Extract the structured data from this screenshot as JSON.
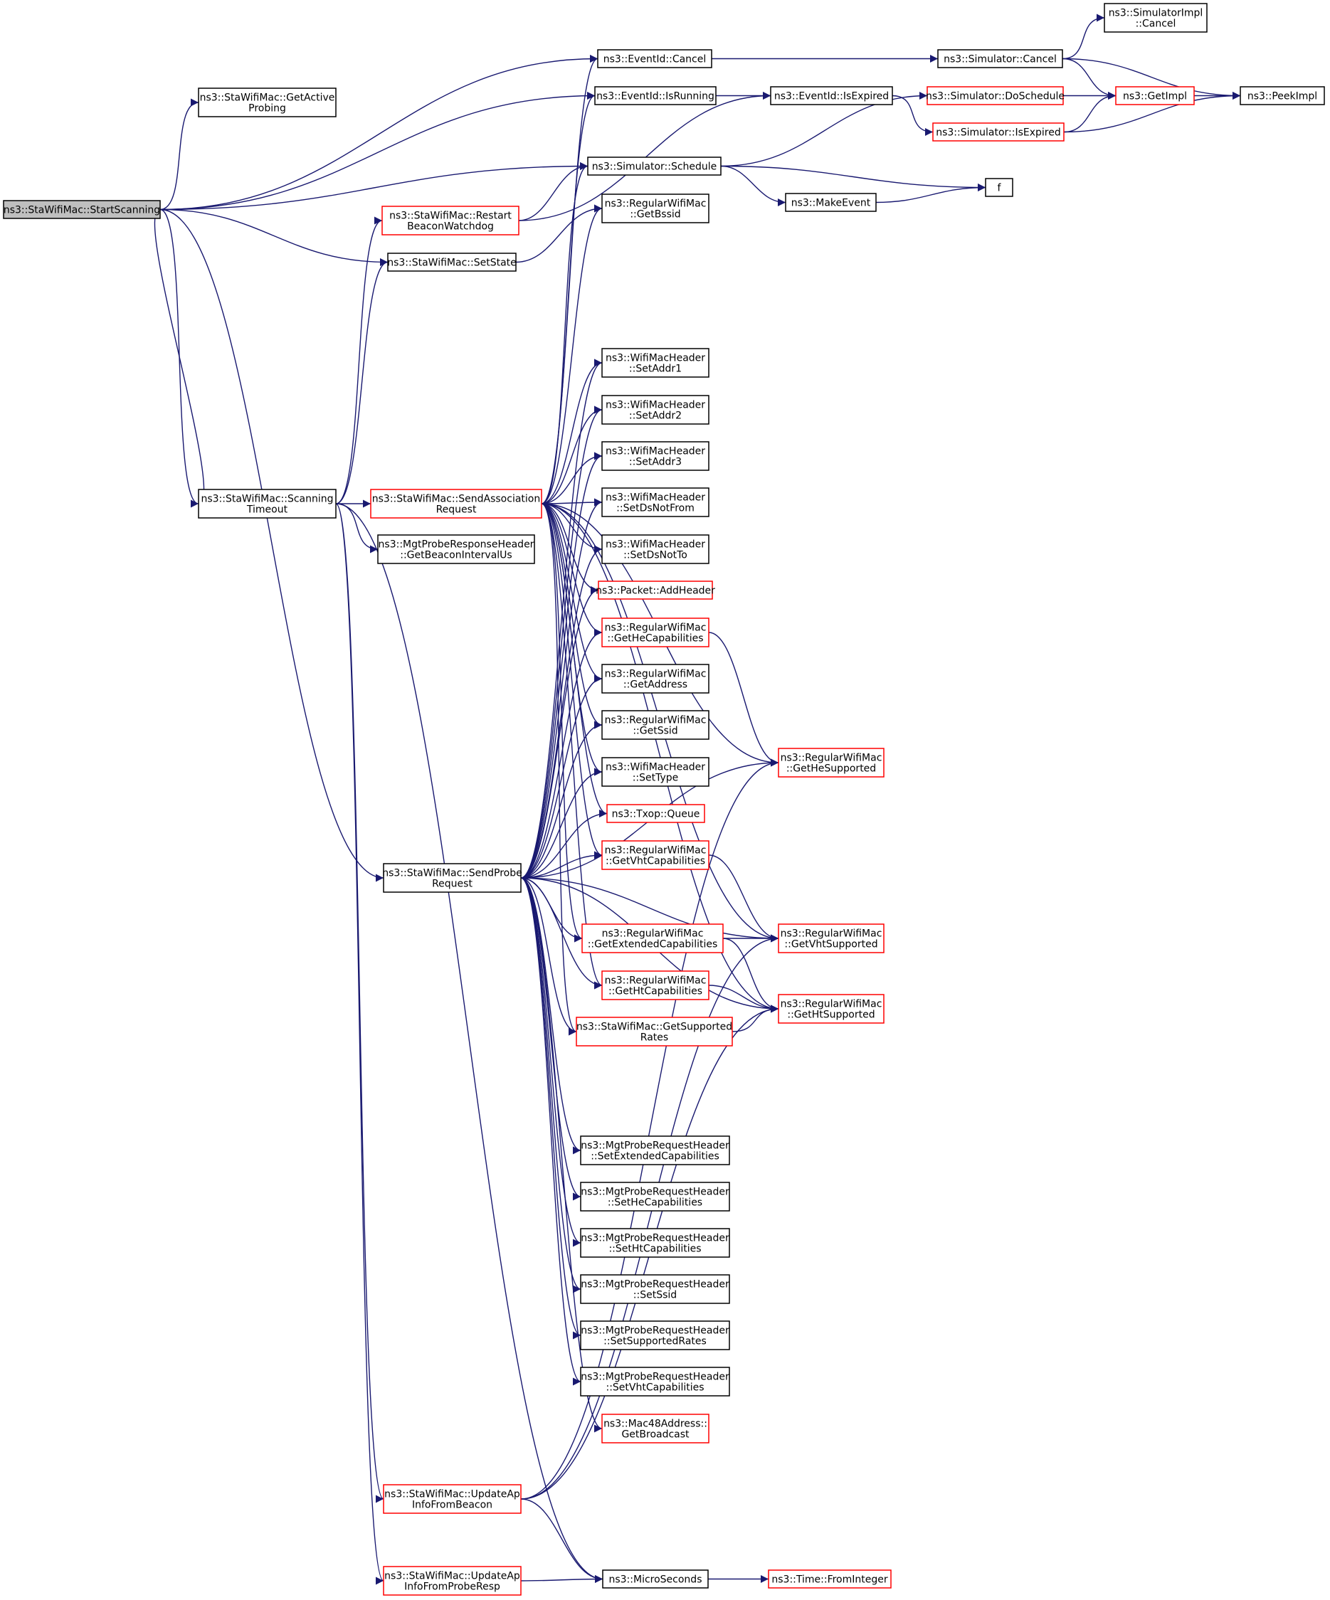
{
  "colors": {
    "edge": "#191970",
    "border_normal": "#000000",
    "border_truncated": "#ff0000",
    "focus_fill": "#bfbfbf",
    "node_fill": "#ffffff",
    "text": "#000000"
  },
  "nodes": [
    {
      "id": "startscanning",
      "lines": [
        "ns3::StaWifiMac::StartScanning"
      ],
      "variant": "focus"
    },
    {
      "id": "getactiveprobing",
      "lines": [
        "ns3::StaWifiMac::GetActive",
        "Probing"
      ],
      "variant": "normal"
    },
    {
      "id": "eventid-cancel",
      "lines": [
        "ns3::EventId::Cancel"
      ],
      "variant": "normal"
    },
    {
      "id": "eventid-isrunning",
      "lines": [
        "ns3::EventId::IsRunning"
      ],
      "variant": "normal"
    },
    {
      "id": "simulator-schedule",
      "lines": [
        "ns3::Simulator::Schedule"
      ],
      "variant": "normal"
    },
    {
      "id": "restart-beacon-watchdog",
      "lines": [
        "ns3::StaWifiMac::Restart",
        "BeaconWatchdog"
      ],
      "variant": "truncated"
    },
    {
      "id": "setstate",
      "lines": [
        "ns3::StaWifiMac::SetState"
      ],
      "variant": "normal"
    },
    {
      "id": "simulatorimpl-cancel",
      "lines": [
        "ns3::SimulatorImpl",
        "::Cancel"
      ],
      "variant": "normal"
    },
    {
      "id": "simulator-cancel",
      "lines": [
        "ns3::Simulator::Cancel"
      ],
      "variant": "normal"
    },
    {
      "id": "eventid-isexpired",
      "lines": [
        "ns3::EventId::IsExpired"
      ],
      "variant": "normal"
    },
    {
      "id": "simulator-doschedule",
      "lines": [
        "ns3::Simulator::DoSchedule"
      ],
      "variant": "truncated"
    },
    {
      "id": "getimpl",
      "lines": [
        "ns3::GetImpl"
      ],
      "variant": "truncated"
    },
    {
      "id": "peekimpl",
      "lines": [
        "ns3::PeekImpl"
      ],
      "variant": "normal"
    },
    {
      "id": "simulator-isexpired",
      "lines": [
        "ns3::Simulator::IsExpired"
      ],
      "variant": "truncated"
    },
    {
      "id": "f",
      "lines": [
        "f"
      ],
      "variant": "normal"
    },
    {
      "id": "makeevent",
      "lines": [
        "ns3::MakeEvent"
      ],
      "variant": "normal"
    },
    {
      "id": "getbssid",
      "lines": [
        "ns3::RegularWifiMac",
        "::GetBssid"
      ],
      "variant": "normal"
    },
    {
      "id": "setaddr1",
      "lines": [
        "ns3::WifiMacHeader",
        "::SetAddr1"
      ],
      "variant": "normal"
    },
    {
      "id": "setaddr2",
      "lines": [
        "ns3::WifiMacHeader",
        "::SetAddr2"
      ],
      "variant": "normal"
    },
    {
      "id": "setaddr3",
      "lines": [
        "ns3::WifiMacHeader",
        "::SetAddr3"
      ],
      "variant": "normal"
    },
    {
      "id": "setdsnotfrom",
      "lines": [
        "ns3::WifiMacHeader",
        "::SetDsNotFrom"
      ],
      "variant": "normal"
    },
    {
      "id": "setdsnotto",
      "lines": [
        "ns3::WifiMacHeader",
        "::SetDsNotTo"
      ],
      "variant": "normal"
    },
    {
      "id": "addheader",
      "lines": [
        "ns3::Packet::AddHeader"
      ],
      "variant": "truncated"
    },
    {
      "id": "gethecapabilities",
      "lines": [
        "ns3::RegularWifiMac",
        "::GetHeCapabilities"
      ],
      "variant": "truncated"
    },
    {
      "id": "getaddress",
      "lines": [
        "ns3::RegularWifiMac",
        "::GetAddress"
      ],
      "variant": "normal"
    },
    {
      "id": "getssid",
      "lines": [
        "ns3::RegularWifiMac",
        "::GetSsid"
      ],
      "variant": "normal"
    },
    {
      "id": "settype",
      "lines": [
        "ns3::WifiMacHeader",
        "::SetType"
      ],
      "variant": "normal"
    },
    {
      "id": "txop-queue",
      "lines": [
        "ns3::Txop::Queue"
      ],
      "variant": "truncated"
    },
    {
      "id": "getvhtcapabilities",
      "lines": [
        "ns3::RegularWifiMac",
        "::GetVhtCapabilities"
      ],
      "variant": "truncated"
    },
    {
      "id": "getextendedcapabilities",
      "lines": [
        "ns3::RegularWifiMac",
        "::GetExtendedCapabilities"
      ],
      "variant": "truncated"
    },
    {
      "id": "gethtcapabilities",
      "lines": [
        "ns3::RegularWifiMac",
        "::GetHtCapabilities"
      ],
      "variant": "truncated"
    },
    {
      "id": "getsupportedrates",
      "lines": [
        "ns3::StaWifiMac::GetSupported",
        "Rates"
      ],
      "variant": "truncated"
    },
    {
      "id": "hesupported",
      "lines": [
        "ns3::RegularWifiMac",
        "::GetHeSupported"
      ],
      "variant": "truncated"
    },
    {
      "id": "vhtsupported",
      "lines": [
        "ns3::RegularWifiMac",
        "::GetVhtSupported"
      ],
      "variant": "truncated"
    },
    {
      "id": "htsupported",
      "lines": [
        "ns3::RegularWifiMac",
        "::GetHtSupported"
      ],
      "variant": "truncated"
    },
    {
      "id": "scanningtimeout",
      "lines": [
        "ns3::StaWifiMac::Scanning",
        "Timeout"
      ],
      "variant": "normal"
    },
    {
      "id": "sendassociationrequest",
      "lines": [
        "ns3::StaWifiMac::SendAssociation",
        "Request"
      ],
      "variant": "truncated"
    },
    {
      "id": "getbeaconintervalus",
      "lines": [
        "ns3::MgtProbeResponseHeader",
        "::GetBeaconIntervalUs"
      ],
      "variant": "normal"
    },
    {
      "id": "sendproberequest",
      "lines": [
        "ns3::StaWifiMac::SendProbe",
        "Request"
      ],
      "variant": "normal"
    },
    {
      "id": "probereq-setextcap",
      "lines": [
        "ns3::MgtProbeRequestHeader",
        "::SetExtendedCapabilities"
      ],
      "variant": "normal"
    },
    {
      "id": "probereq-sethecap",
      "lines": [
        "ns3::MgtProbeRequestHeader",
        "::SetHeCapabilities"
      ],
      "variant": "normal"
    },
    {
      "id": "probereq-sethtcap",
      "lines": [
        "ns3::MgtProbeRequestHeader",
        "::SetHtCapabilities"
      ],
      "variant": "normal"
    },
    {
      "id": "probereq-setssid",
      "lines": [
        "ns3::MgtProbeRequestHeader",
        "::SetSsid"
      ],
      "variant": "normal"
    },
    {
      "id": "probereq-setsupportedrates",
      "lines": [
        "ns3::MgtProbeRequestHeader",
        "::SetSupportedRates"
      ],
      "variant": "normal"
    },
    {
      "id": "probereq-setvhtcap",
      "lines": [
        "ns3::MgtProbeRequestHeader",
        "::SetVhtCapabilities"
      ],
      "variant": "normal"
    },
    {
      "id": "getbroadcast",
      "lines": [
        "ns3::Mac48Address::",
        "GetBroadcast"
      ],
      "variant": "truncated"
    },
    {
      "id": "updateapinfofrombeacon",
      "lines": [
        "ns3::StaWifiMac::UpdateAp",
        "InfoFromBeacon"
      ],
      "variant": "truncated"
    },
    {
      "id": "updateapinfofromproberesp",
      "lines": [
        "ns3::StaWifiMac::UpdateAp",
        "InfoFromProbeResp"
      ],
      "variant": "truncated"
    },
    {
      "id": "microseconds",
      "lines": [
        "ns3::MicroSeconds"
      ],
      "variant": "normal"
    },
    {
      "id": "fromintegertime",
      "lines": [
        "ns3::Time::FromInteger"
      ],
      "variant": "truncated"
    }
  ],
  "edges": [
    [
      "startscanning",
      "eventid-cancel"
    ],
    [
      "startscanning",
      "getactiveprobing"
    ],
    [
      "startscanning",
      "eventid-isrunning"
    ],
    [
      "startscanning",
      "simulator-schedule"
    ],
    [
      "startscanning",
      "setstate"
    ],
    [
      "startscanning",
      "scanningtimeout"
    ],
    [
      "startscanning",
      "sendproberequest"
    ],
    [
      "scanningtimeout",
      "startscanning"
    ],
    [
      "scanningtimeout",
      "restart-beacon-watchdog"
    ],
    [
      "scanningtimeout",
      "setstate"
    ],
    [
      "scanningtimeout",
      "sendassociationrequest"
    ],
    [
      "scanningtimeout",
      "getbeaconintervalus"
    ],
    [
      "scanningtimeout",
      "updateapinfofrombeacon"
    ],
    [
      "scanningtimeout",
      "updateapinfofromproberesp"
    ],
    [
      "scanningtimeout",
      "microseconds"
    ],
    [
      "eventid-cancel",
      "simulator-cancel"
    ],
    [
      "eventid-isrunning",
      "eventid-isexpired"
    ],
    [
      "eventid-isexpired",
      "simulator-isexpired"
    ],
    [
      "simulator-cancel",
      "simulatorimpl-cancel"
    ],
    [
      "simulator-cancel",
      "getimpl"
    ],
    [
      "simulator-cancel",
      "peekimpl"
    ],
    [
      "simulator-doschedule",
      "getimpl"
    ],
    [
      "getimpl",
      "peekimpl"
    ],
    [
      "simulator-isexpired",
      "getimpl"
    ],
    [
      "simulator-isexpired",
      "peekimpl"
    ],
    [
      "simulator-schedule",
      "simulator-doschedule"
    ],
    [
      "simulator-schedule",
      "f"
    ],
    [
      "simulator-schedule",
      "makeevent"
    ],
    [
      "makeevent",
      "f"
    ],
    [
      "restart-beacon-watchdog",
      "eventid-isexpired"
    ],
    [
      "restart-beacon-watchdog",
      "simulator-schedule"
    ],
    [
      "setstate",
      "getbssid"
    ],
    [
      "sendassociationrequest",
      "eventid-cancel"
    ],
    [
      "sendassociationrequest",
      "eventid-isrunning"
    ],
    [
      "sendassociationrequest",
      "simulator-schedule"
    ],
    [
      "sendassociationrequest",
      "getbssid"
    ],
    [
      "sendassociationrequest",
      "setaddr1"
    ],
    [
      "sendassociationrequest",
      "setaddr2"
    ],
    [
      "sendassociationrequest",
      "setaddr3"
    ],
    [
      "sendassociationrequest",
      "setdsnotfrom"
    ],
    [
      "sendassociationrequest",
      "setdsnotto"
    ],
    [
      "sendassociationrequest",
      "addheader"
    ],
    [
      "sendassociationrequest",
      "gethecapabilities"
    ],
    [
      "sendassociationrequest",
      "getaddress"
    ],
    [
      "sendassociationrequest",
      "getssid"
    ],
    [
      "sendassociationrequest",
      "settype"
    ],
    [
      "sendassociationrequest",
      "txop-queue"
    ],
    [
      "sendassociationrequest",
      "getvhtcapabilities"
    ],
    [
      "sendassociationrequest",
      "getextendedcapabilities"
    ],
    [
      "sendassociationrequest",
      "gethtcapabilities"
    ],
    [
      "sendassociationrequest",
      "getsupportedrates"
    ],
    [
      "sendassociationrequest",
      "hesupported"
    ],
    [
      "sendassociationrequest",
      "vhtsupported"
    ],
    [
      "sendassociationrequest",
      "htsupported"
    ],
    [
      "gethecapabilities",
      "hesupported"
    ],
    [
      "getvhtcapabilities",
      "vhtsupported"
    ],
    [
      "getextendedcapabilities",
      "vhtsupported"
    ],
    [
      "getextendedcapabilities",
      "htsupported"
    ],
    [
      "gethtcapabilities",
      "htsupported"
    ],
    [
      "getsupportedrates",
      "htsupported"
    ],
    [
      "sendproberequest",
      "setaddr1"
    ],
    [
      "sendproberequest",
      "setaddr2"
    ],
    [
      "sendproberequest",
      "setaddr3"
    ],
    [
      "sendproberequest",
      "setdsnotfrom"
    ],
    [
      "sendproberequest",
      "setdsnotto"
    ],
    [
      "sendproberequest",
      "addheader"
    ],
    [
      "sendproberequest",
      "gethecapabilities"
    ],
    [
      "sendproberequest",
      "getaddress"
    ],
    [
      "sendproberequest",
      "getssid"
    ],
    [
      "sendproberequest",
      "settype"
    ],
    [
      "sendproberequest",
      "txop-queue"
    ],
    [
      "sendproberequest",
      "getvhtcapabilities"
    ],
    [
      "sendproberequest",
      "getextendedcapabilities"
    ],
    [
      "sendproberequest",
      "gethtcapabilities"
    ],
    [
      "sendproberequest",
      "getsupportedrates"
    ],
    [
      "sendproberequest",
      "hesupported"
    ],
    [
      "sendproberequest",
      "vhtsupported"
    ],
    [
      "sendproberequest",
      "htsupported"
    ],
    [
      "sendproberequest",
      "probereq-setextcap"
    ],
    [
      "sendproberequest",
      "probereq-sethecap"
    ],
    [
      "sendproberequest",
      "probereq-sethtcap"
    ],
    [
      "sendproberequest",
      "probereq-setssid"
    ],
    [
      "sendproberequest",
      "probereq-setsupportedrates"
    ],
    [
      "sendproberequest",
      "probereq-setvhtcap"
    ],
    [
      "sendproberequest",
      "getbroadcast"
    ],
    [
      "updateapinfofrombeacon",
      "hesupported"
    ],
    [
      "updateapinfofrombeacon",
      "vhtsupported"
    ],
    [
      "updateapinfofrombeacon",
      "htsupported"
    ],
    [
      "updateapinfofrombeacon",
      "microseconds"
    ],
    [
      "updateapinfofromproberesp",
      "microseconds"
    ],
    [
      "microseconds",
      "fromintegertime"
    ]
  ]
}
